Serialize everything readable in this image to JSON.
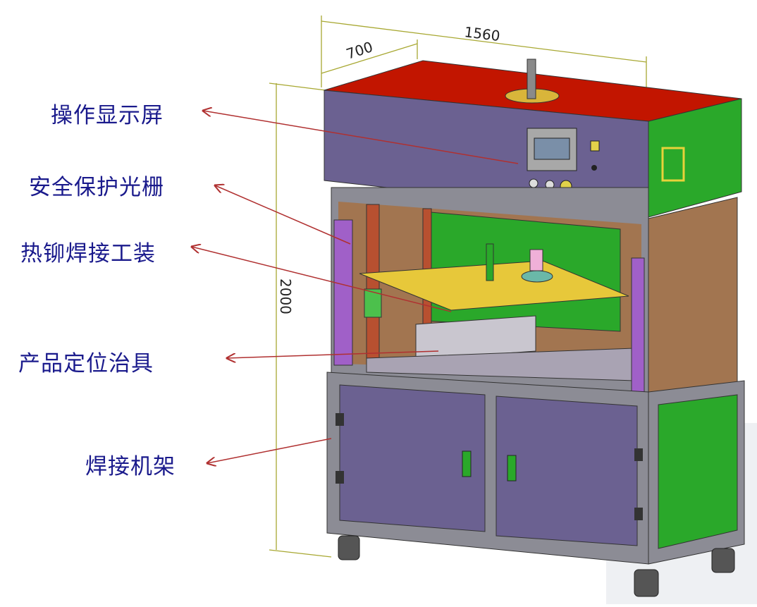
{
  "colors": {
    "label_text": "#1a1a8c",
    "arrow": "#b03030",
    "top_panel": "#c21500",
    "enclosure": "#6b6191",
    "side_green": "#2aa82a",
    "fixture_plate": "#e7c83a",
    "guard_bar": "#a060c8",
    "frame_gray": "#8c8c95",
    "side_brown": "#a27550",
    "dimension_line": "#a8a832"
  },
  "dimensions": {
    "width": "1560",
    "depth": "700",
    "height": "2000"
  },
  "callouts": [
    {
      "id": "display",
      "text": "操作显示屏"
    },
    {
      "id": "light-curtain",
      "text": "安全保护光栅"
    },
    {
      "id": "rivet-tooling",
      "text": "热铆焊接工装"
    },
    {
      "id": "positioning-fixture",
      "text": "产品定位治具"
    },
    {
      "id": "frame",
      "text": "焊接机架"
    }
  ],
  "icons": [
    "arrow-icon",
    "control-screen-icon",
    "caster-wheel-icon",
    "door-handle-icon",
    "tower-light-icon"
  ]
}
